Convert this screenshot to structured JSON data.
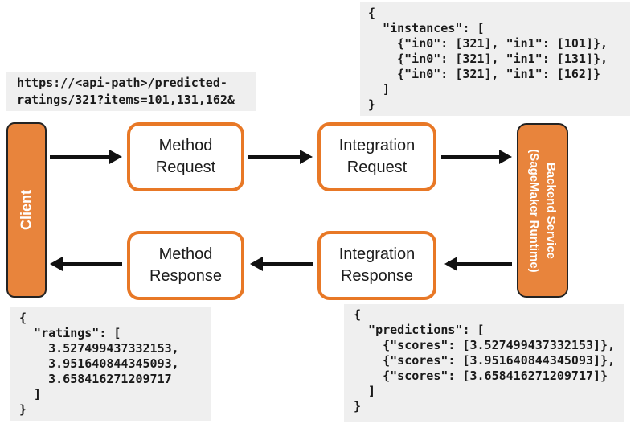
{
  "panels": {
    "request_url": "https://<api-path>/predicted-\nratings/321?items=101,131,162&",
    "instances_json": "{\n  \"instances\": [\n    {\"in0\": [321], \"in1\": [101]},\n    {\"in0\": [321], \"in1\": [131]},\n    {\"in0\": [321], \"in1\": [162]}\n  ]\n}",
    "ratings_json": "{\n  \"ratings\": [\n    3.527499437332153,\n    3.951640844345093,\n    3.658416271209717\n  ]\n}",
    "predictions_json": "{\n  \"predictions\": [\n    {\"scores\": [3.527499437332153]},\n    {\"scores\": [3.951640844345093]},\n    {\"scores\": [3.658416271209717]}\n  ]\n}"
  },
  "nodes": {
    "client": {
      "label": "Client"
    },
    "method_request": {
      "lines": [
        "Method",
        "Request"
      ]
    },
    "integration_request": {
      "lines": [
        "Integration",
        "Request"
      ]
    },
    "backend": {
      "lines": [
        "Backend Service",
        "(SageMaker Runtime)"
      ]
    },
    "method_response": {
      "lines": [
        "Method",
        "Response"
      ]
    },
    "integration_response": {
      "lines": [
        "Integration",
        "Response"
      ]
    }
  },
  "colors": {
    "orange_fill": "#E8843C",
    "orange_border": "#E87826",
    "panel_bg": "#EFEFEF",
    "arrow": "#111111"
  }
}
